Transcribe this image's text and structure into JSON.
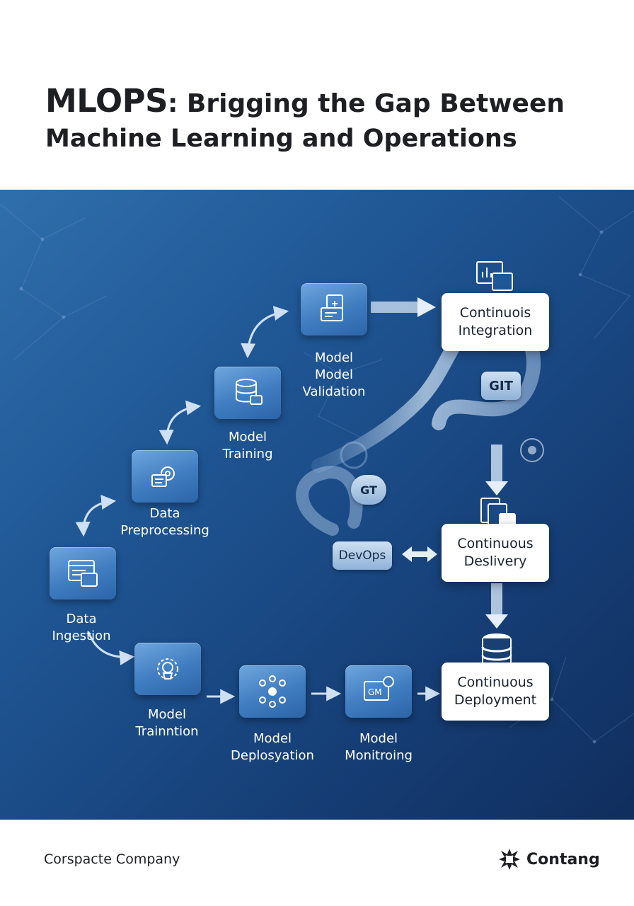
{
  "header": {
    "title_lead": "MLOPS",
    "title_rest": ": Brigging the Gap Between",
    "title_line2": "Machine Learning and Operations"
  },
  "diagram": {
    "nodes": {
      "data_ingestion": [
        "Data",
        "Ingestion"
      ],
      "data_preprocessing": [
        "Data",
        "Preprocessing"
      ],
      "model_training": [
        "Model",
        "Training"
      ],
      "model_validation": [
        "Model",
        "Model",
        "Validation"
      ],
      "model_trainntion": [
        "Model",
        "Trainntion"
      ],
      "model_deployment": [
        "Model",
        "Deplosyation"
      ],
      "model_monitoring": [
        "Model",
        "Monitroing"
      ]
    },
    "boxes": {
      "ci": [
        "Continuois",
        "Integration"
      ],
      "cd_delivery": [
        "Continuous",
        "Deslivery"
      ],
      "cd_deployment": [
        "Continuous",
        "Deployment"
      ]
    },
    "badges": {
      "git_top": "GIT",
      "git_mid": "GT",
      "devops": "DevOps",
      "monitor_icon_text": "GM"
    }
  },
  "footer": {
    "left": "Corspacte Company",
    "brand": "Contang"
  },
  "colors": {
    "panel_top": "#2f6fab",
    "panel_bottom": "#102e5e",
    "tile": "#4a86c6",
    "text_dark": "#1d1f23"
  }
}
